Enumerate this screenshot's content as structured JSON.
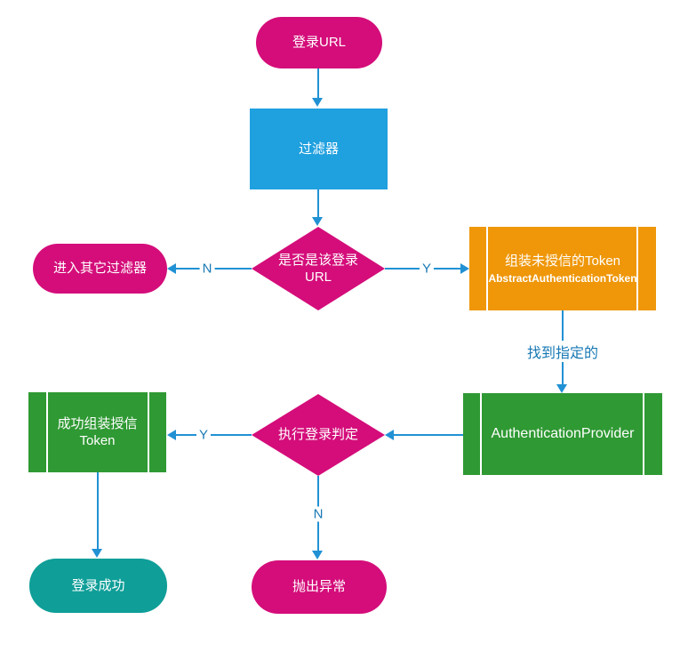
{
  "diagram_title": "login authentication flowchart",
  "colors": {
    "pink": "#D40D7A",
    "blue": "#1FA0DF",
    "orange": "#EF9709",
    "green": "#2F9933",
    "teal": "#0F9E98",
    "line": "#2191D4",
    "label": "#1778B4",
    "node_text": "#FFFFFF"
  },
  "nodes": {
    "login_url": {
      "shape": "terminator",
      "label": "登录URL"
    },
    "filter": {
      "shape": "process",
      "label": "过滤器"
    },
    "is_login_url": {
      "shape": "decision",
      "label": "是否是该登录",
      "label2": "URL"
    },
    "other_filters": {
      "shape": "terminator",
      "label": "进入其它过滤器"
    },
    "assemble_untrusted_token": {
      "shape": "predefined-process",
      "label": "组装未授信的Token",
      "sublabel": "AbstractAuthenticationToken"
    },
    "authentication_provider": {
      "shape": "predefined-process",
      "label": "AuthenticationProvider"
    },
    "login_check": {
      "shape": "decision",
      "label": "执行登录判定"
    },
    "assemble_trusted_token": {
      "shape": "predefined-process",
      "label": "成功组装授信",
      "label2": "Token"
    },
    "login_success": {
      "shape": "terminator",
      "label": "登录成功"
    },
    "throw_exception": {
      "shape": "terminator",
      "label": "抛出异常"
    }
  },
  "edges": {
    "no_branch_1": {
      "label": "N"
    },
    "yes_branch_1": {
      "label": "Y"
    },
    "found_provider": {
      "label": "找到指定的"
    },
    "yes_branch_2": {
      "label": "Y"
    },
    "no_branch_2": {
      "label": "N"
    }
  }
}
